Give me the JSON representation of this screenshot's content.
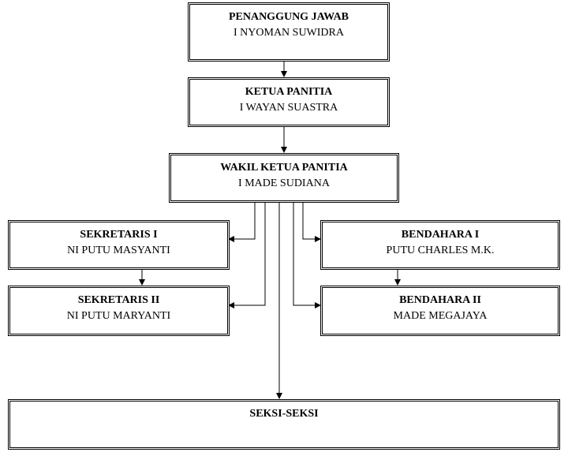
{
  "nodes": {
    "penanggung_jawab": {
      "title": "PENANGGUNG JAWAB",
      "name": "I NYOMAN SUWIDRA"
    },
    "ketua": {
      "title": "KETUA PANITIA",
      "name": "I WAYAN SUASTRA"
    },
    "wakil_ketua": {
      "title": "WAKIL KETUA PANITIA",
      "name": "I MADE SUDIANA"
    },
    "sekretaris_1": {
      "title": "SEKRETARIS I",
      "name": "NI PUTU MASYANTI"
    },
    "sekretaris_2": {
      "title": "SEKRETARIS II",
      "name": "NI PUTU MARYANTI"
    },
    "bendahara_1": {
      "title": "BENDAHARA I",
      "name": "PUTU CHARLES M.K."
    },
    "bendahara_2": {
      "title": "BENDAHARA II",
      "name": "MADE MEGAJAYA"
    },
    "seksi": {
      "title": "SEKSI-SEKSI"
    }
  }
}
